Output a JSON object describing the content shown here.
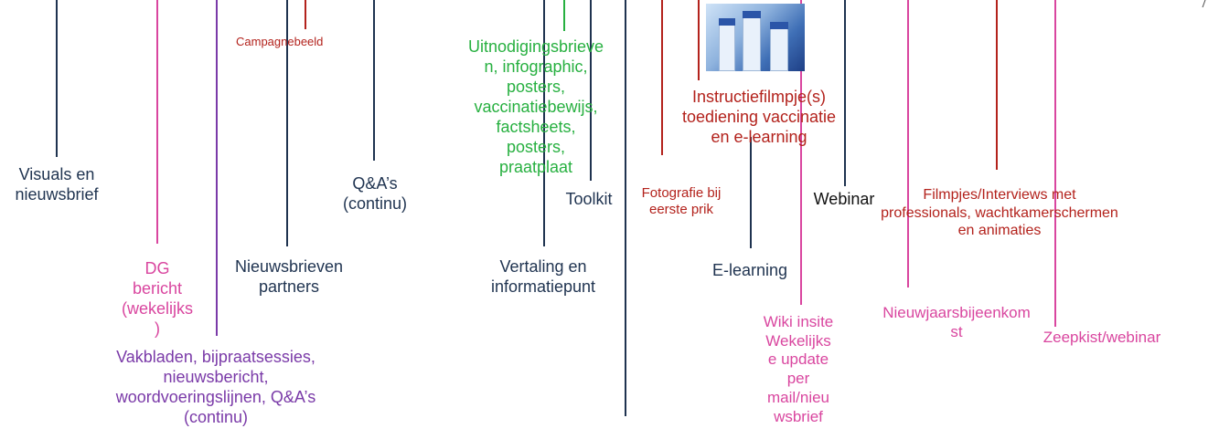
{
  "colors": {
    "navy": "#1f3350",
    "pink": "#d9469f",
    "purple": "#7a3aa8",
    "green": "#27b040",
    "red": "#b3221c",
    "black": "#111111"
  },
  "image": {
    "icon": "vaccine-vials-photo"
  },
  "labels": {
    "campagnebeeld": "Campagnebeeld",
    "visuals": [
      "Visuals en",
      "nieuwsbrief"
    ],
    "qa": [
      "Q&A’s",
      "(continu)"
    ],
    "dg": [
      "DG",
      "bericht",
      "(wekelijks",
      ")"
    ],
    "nieuwsbrieven": [
      "Nieuwsbrieven",
      "partners"
    ],
    "vakbladen": [
      "Vakbladen, bijpraatsessies,",
      "nieuwsbericht,",
      "woordvoeringslijnen, Q&A’s",
      "(continu)"
    ],
    "uitnodigings": [
      "Uitnodigingsbrieve",
      "n, infographic,",
      "posters,",
      "vaccinatiebewijs,",
      "factsheets,",
      "posters,",
      "praatplaat"
    ],
    "toolkit": "Toolkit",
    "vertaling": [
      "Vertaling en",
      "informatiepunt"
    ],
    "instructie": [
      "Instructiefilmpje(s)",
      "toediening vaccinatie",
      "en e-learning"
    ],
    "fotografie": [
      "Fotografie bij",
      "eerste prik"
    ],
    "elearning": "E-learning",
    "webinar": "Webinar",
    "filmpjes": [
      "Filmpjes/Interviews met",
      "professionals, wachtkamerschermen",
      "en animaties"
    ],
    "wiki": [
      "Wiki insite",
      "Wekelijks",
      "e update",
      "per",
      "mail/nieu",
      "wsbrief"
    ],
    "nieuwjaars": [
      "Nieuwjaarsbijeenkom",
      "st"
    ],
    "zeepkist": "Zeepkist/webinar"
  }
}
